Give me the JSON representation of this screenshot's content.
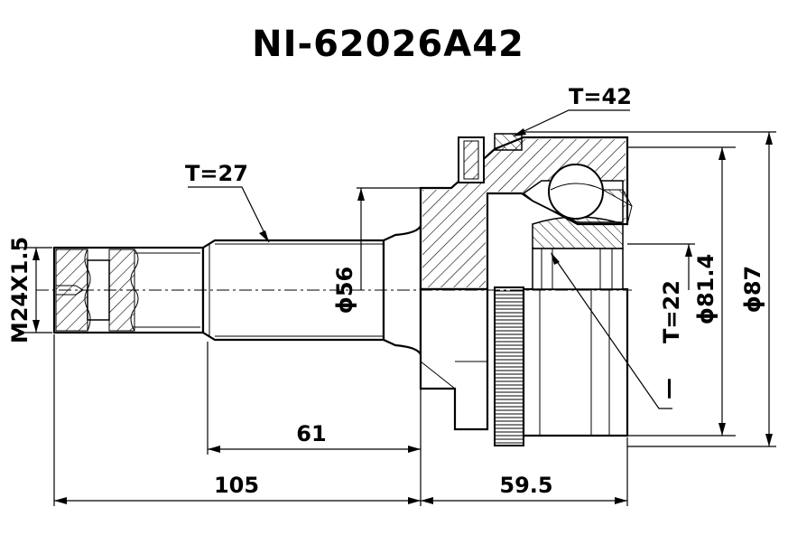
{
  "title": "NI-62026A42",
  "labels": {
    "thread": "M24X1.5",
    "spline_outer": "T=27",
    "spline_inner": "T=42",
    "abs_teeth": "T=22",
    "shaft_diameter": "ϕ56",
    "inner_diameter": "ϕ81.4",
    "outer_diameter": "ϕ87",
    "abs_marker": "—"
  },
  "dimensions": {
    "stub_length": "61",
    "total_length": "105",
    "bell_length": "59.5"
  }
}
